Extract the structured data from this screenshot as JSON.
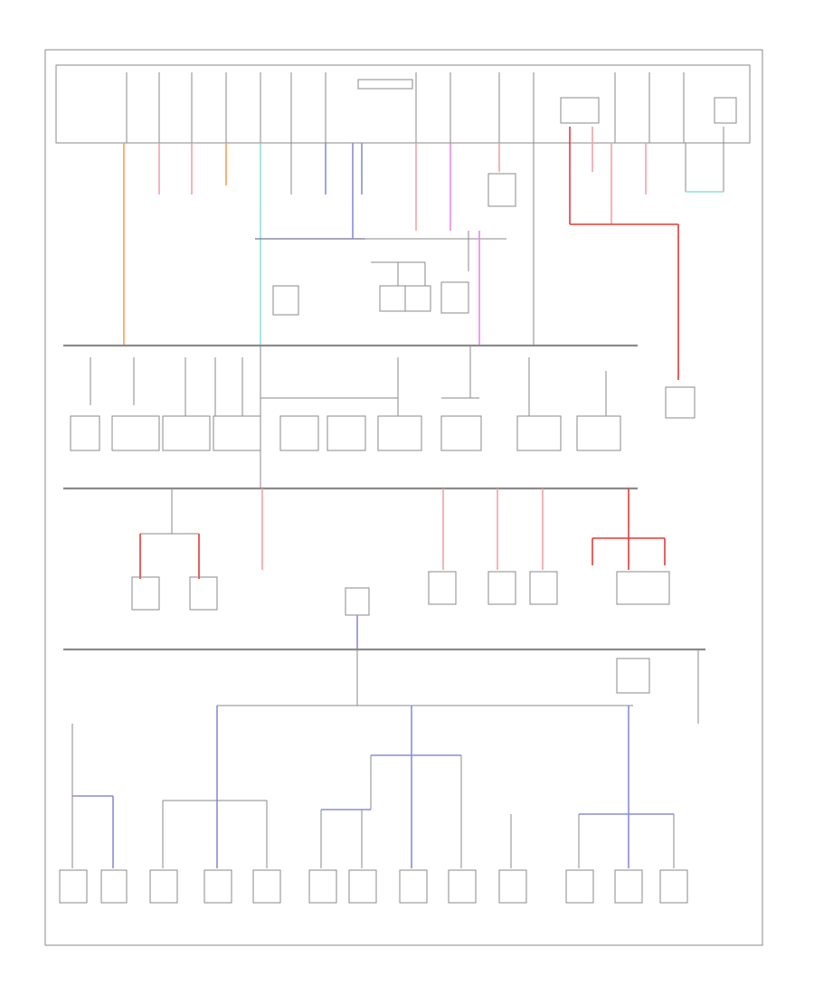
{
  "diagram": {
    "type": "wiring-schematic",
    "title": "",
    "page_ref": "",
    "colors": {
      "line": "#8a8a8a",
      "red": "#e53935",
      "pink": "#f4a0a8",
      "orange": "#f5a05a",
      "blue": "#8b8bdc",
      "cyan": "#8de0e0",
      "magenta": "#e888e8"
    },
    "buses": [
      {
        "id": "top-junction-block",
        "label": ""
      },
      {
        "id": "bus-2",
        "label": ""
      },
      {
        "id": "bus-3",
        "label": ""
      },
      {
        "id": "bus-4",
        "label": ""
      }
    ],
    "components": [
      {
        "id": "fuse-block-main",
        "label": ""
      },
      {
        "id": "fuse-relay-1",
        "label": ""
      },
      {
        "id": "fuse-relay-2",
        "label": ""
      },
      {
        "id": "module-1",
        "label": ""
      },
      {
        "id": "module-2",
        "label": ""
      },
      {
        "id": "module-3",
        "label": ""
      }
    ],
    "legend": [
      "",
      ""
    ]
  }
}
